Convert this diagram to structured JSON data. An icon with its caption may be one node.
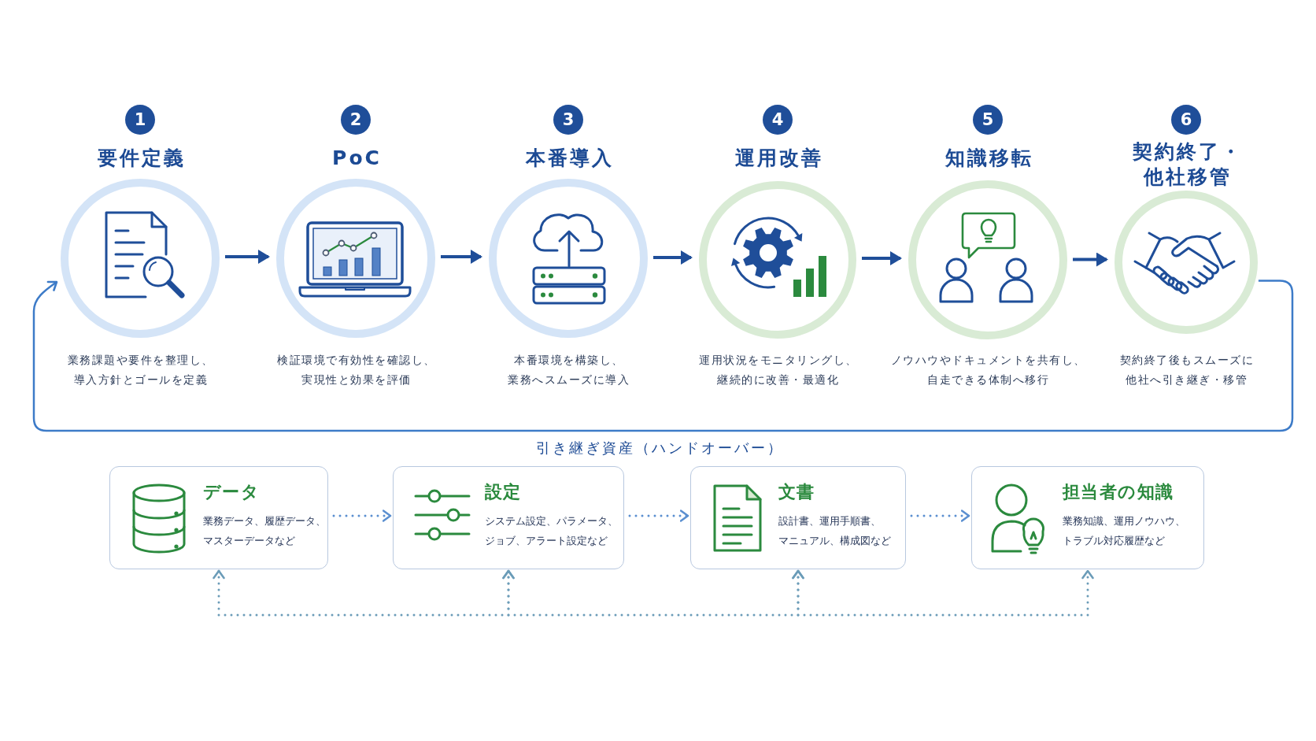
{
  "diagram": {
    "nodes": [
      {
        "text": [
          "1",
          "要件定義"
        ],
        "beside": [
          "業務課題や要件を整理し、導入方針とゴールを定義"
        ]
      },
      {
        "text": [
          "2",
          "PoC"
        ],
        "beside": [
          "検証環境で有効性を確認し、実現性と効果を評価"
        ]
      },
      {
        "text": [
          "3",
          "本番導入"
        ],
        "beside": [
          "本番環境を構築し、業務へスムーズに導入"
        ]
      },
      {
        "text": [
          "4",
          "運用改善"
        ],
        "beside": [
          "運用状況をモニタリングし、継続的に改善・最適化"
        ]
      },
      {
        "text": [
          "5",
          "知識移転"
        ],
        "beside": [
          "ノウハウやドキュメントを共有し、自走できる体制へ移行"
        ]
      },
      {
        "text": [
          "6",
          "契約終了・他社移管"
        ],
        "beside": [
          "契約終了後もスムーズに他社へ引き継ぎ・移管"
        ]
      },
      {
        "text": [
          "データ",
          "業務データ、履歴データ、マスターデータなど"
        ]
      },
      {
        "text": [
          "設定",
          "システム設定、パラメータ、ジョブ、アラート設定など"
        ]
      },
      {
        "text": [
          "文書",
          "設計書、運用手順書、マニュアル、構成図など"
        ]
      },
      {
        "text": [
          "担当者の知識",
          "業務知識、運用ノウハウ、トラブル対応履歴など"
        ]
      }
    ],
    "edges": [
      {
        "from": 0,
        "to": 1,
        "arrow": "to"
      },
      {
        "from": 1,
        "to": 2,
        "arrow": "to"
      },
      {
        "from": 2,
        "to": 3,
        "arrow": "to"
      },
      {
        "from": 3,
        "to": 4,
        "arrow": "to"
      },
      {
        "from": 4,
        "to": 5,
        "arrow": "to"
      },
      {
        "from": 5,
        "to": 0,
        "arrow": "to",
        "color": "#3d7bc8"
      },
      {
        "from": 6,
        "to": 7,
        "arrow": "to",
        "style": "dashed",
        "color": "#5b8fd0"
      },
      {
        "from": 7,
        "to": 8,
        "arrow": "to",
        "style": "dashed",
        "color": "#5b8fd0"
      },
      {
        "from": 8,
        "to": 9,
        "arrow": "to",
        "style": "dashed",
        "color": "#5b8fd0"
      },
      {
        "from": 6,
        "to": 7,
        "arrow": "both",
        "style": "dashed",
        "color": "#6b9cb8"
      },
      {
        "from": 7,
        "to": 8,
        "arrow": "both",
        "style": "dashed",
        "color": "#6b9cb8"
      },
      {
        "from": 8,
        "to": 9,
        "arrow": "both",
        "style": "dashed",
        "color": "#6b9cb8"
      }
    ],
    "labels": [
      "引き継ぎ資産（ハンドオーバー）"
    ]
  }
}
